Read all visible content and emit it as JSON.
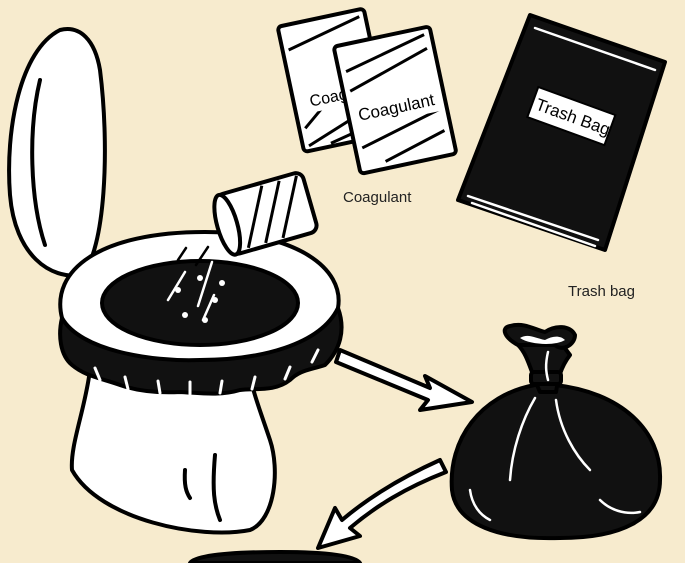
{
  "illustration": {
    "packet_label": "Coagulant",
    "packet_label_cut": "Coag",
    "bag_label": "Trash Bag",
    "captions": {
      "coagulant": "Coagulant",
      "trash_bag": "Trash bag"
    }
  },
  "colors": {
    "background": "#f7ebce",
    "ink": "#000000",
    "paper": "#ffffff"
  }
}
